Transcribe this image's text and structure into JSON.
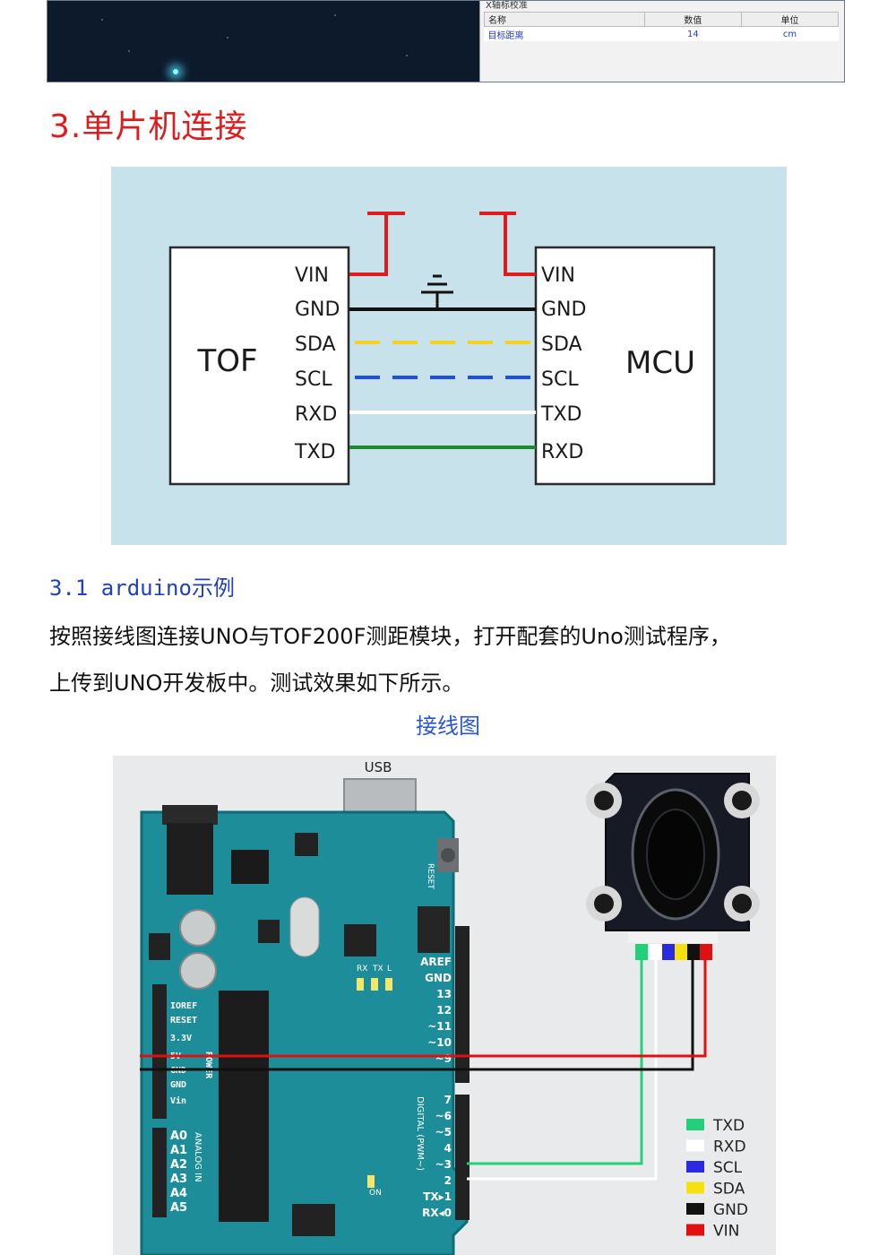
{
  "top_panel": {
    "tree_label": "X轴标校准",
    "table": {
      "headers": [
        "名称",
        "数值",
        "单位"
      ],
      "row": [
        "目标距离",
        "14",
        "cm"
      ]
    }
  },
  "section_title": "3.单片机连接",
  "schematic": {
    "left_module": "TOF",
    "right_module": "MCU",
    "left_pins": [
      "VIN",
      "GND",
      "SDA",
      "SCL",
      "RXD",
      "TXD"
    ],
    "right_pins": [
      "VIN",
      "GND",
      "SDA",
      "SCL",
      "TXD",
      "RXD"
    ],
    "wire_colors": {
      "vin": "#e01b1b",
      "gnd": "#111111",
      "sda": "#f5d21f",
      "scl": "#1f4fe0",
      "rxd": "#ffffff",
      "txd": "#1a8a2a"
    },
    "background": "#c7e2ea"
  },
  "subsection_title": "3.1 arduino示例",
  "paragraph": {
    "line1": "按照接线图连接UNO与TOF200F测距模块，打开配套的Uno测试程序，",
    "line2": "上传到UNO开发板中。测试效果如下所示。"
  },
  "figure_caption": "接线图",
  "wiring_photo": {
    "usb_label": "USB",
    "board_labels": {
      "ioref": "IOREF",
      "reset": "RESET",
      "v33": "3.3V",
      "v5": "5V",
      "gnd1": "GND",
      "gnd2": "GND",
      "vin": "Vin",
      "power": "POWER",
      "analog_in": "ANALOG IN",
      "a0": "A0",
      "a1": "A1",
      "a2": "A2",
      "a3": "A3",
      "a4": "A4",
      "a5": "A5",
      "aref": "AREF",
      "gnd_d": "GND",
      "d13": "13",
      "d12": "12",
      "d11": "~11",
      "d10": "~10",
      "d9": "~9",
      "d7": "7",
      "d6": "~6",
      "d5": "~5",
      "d4": "4",
      "d3": "~3",
      "d2": "2",
      "d1": "TX▸1",
      "d0": "RX◂0",
      "digital": "DIGITAL (PWM~)",
      "on": "ON",
      "tx": "TX",
      "rx": "RX",
      "l": "L",
      "reset_btn": "RESET"
    },
    "legend": [
      {
        "label": "TXD",
        "color": "#22d07a"
      },
      {
        "label": "RXD",
        "color": "#ffffff"
      },
      {
        "label": "SCL",
        "color": "#2a2ae0"
      },
      {
        "label": "SDA",
        "color": "#f5e010"
      },
      {
        "label": "GND",
        "color": "#111111"
      },
      {
        "label": "VIN",
        "color": "#e01010"
      }
    ]
  }
}
